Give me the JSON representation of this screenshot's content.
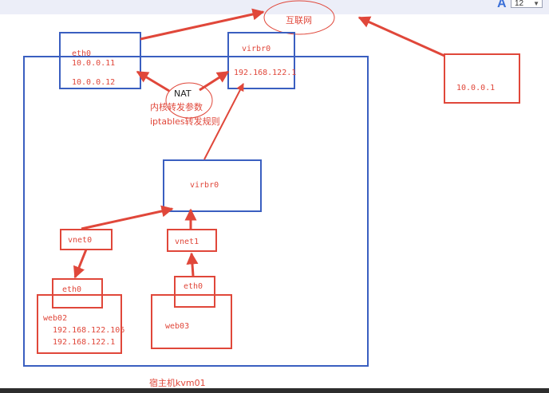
{
  "toolbar": {
    "font_icon": "font-size-icon",
    "font_glyph": "A",
    "font_size_value": "12"
  },
  "diagram": {
    "internet_label": "互联网",
    "host_eth0": {
      "name": "eth0",
      "ip1": "10.0.0.11",
      "ip2": "10.0.0.12"
    },
    "host_virbr0": {
      "name": "virbr0",
      "ip": "192.168.122.1"
    },
    "external_host": {
      "ip": "10.0.0.1"
    },
    "nat": {
      "label": "NAT",
      "kernel_param": "内核转发参数",
      "iptables_rule": "iptables转发规则"
    },
    "inner_virbr0": {
      "name": "virbr0"
    },
    "vnet0": {
      "name": "vnet0"
    },
    "vnet1": {
      "name": "vnet1"
    },
    "web02": {
      "eth": "eth0",
      "name": "web02",
      "ip1": "192.168.122.106",
      "ip2": "192.168.122.1"
    },
    "web03": {
      "eth": "eth0",
      "name": "web03"
    },
    "host_label": "宿主机kvm01"
  },
  "colors": {
    "blue_box": "#3a5fc0",
    "red": "#e0473a",
    "toolbar_bg": "#eceef8"
  }
}
